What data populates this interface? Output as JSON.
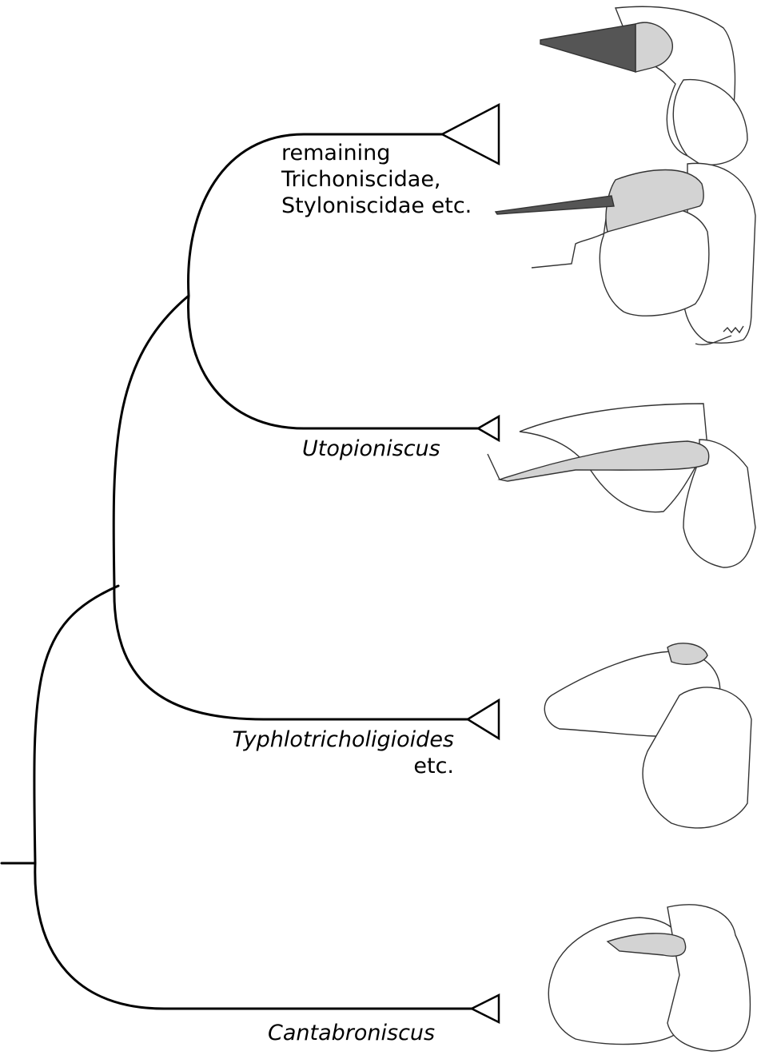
{
  "labels": {
    "remaining_line1": "remaining",
    "remaining_line2": "Trichoniscidae,",
    "remaining_line3": "Styloniscidae etc.",
    "utopioniscus": "Utopioniscus",
    "typhlo_line1": "Typhlotricholigioides",
    "typhlo_line2": "etc.",
    "cantabroniscus": "Cantabroniscus"
  },
  "colors": {
    "line": "#000000",
    "appendage_dark": "#555555",
    "appendage_light": "#d3d3d3",
    "outline": "#333333"
  }
}
